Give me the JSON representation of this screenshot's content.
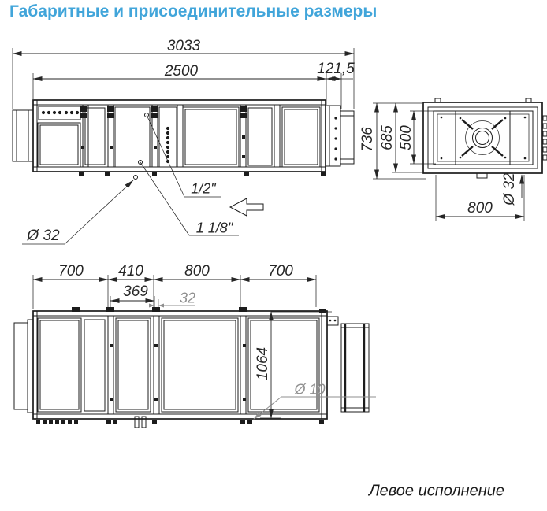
{
  "title": "Габаритные и присоединительные размеры",
  "caption": "Левое исполнение",
  "colors": {
    "accent": "#41a5da",
    "line": "#1c1c1c",
    "dim_gray": "#8f8f8f"
  },
  "side_view": {
    "overall_length": "3033",
    "body_length": "2500",
    "end_length": "121,5",
    "pipe_small": "1/2\"",
    "pipe_large": "1 1/8\"",
    "drain_dia": "Ø 32"
  },
  "end_view": {
    "overall_height": "736",
    "body_height": "685",
    "opening_height": "500",
    "width": "800",
    "drain_dia": "Ø 32"
  },
  "top_view": {
    "section_1": "700",
    "section_2": "410",
    "section_3": "800",
    "section_4": "700",
    "door_width": "369",
    "gap": "32",
    "mount_length": "1064",
    "hole_dia": "Ø 10"
  }
}
